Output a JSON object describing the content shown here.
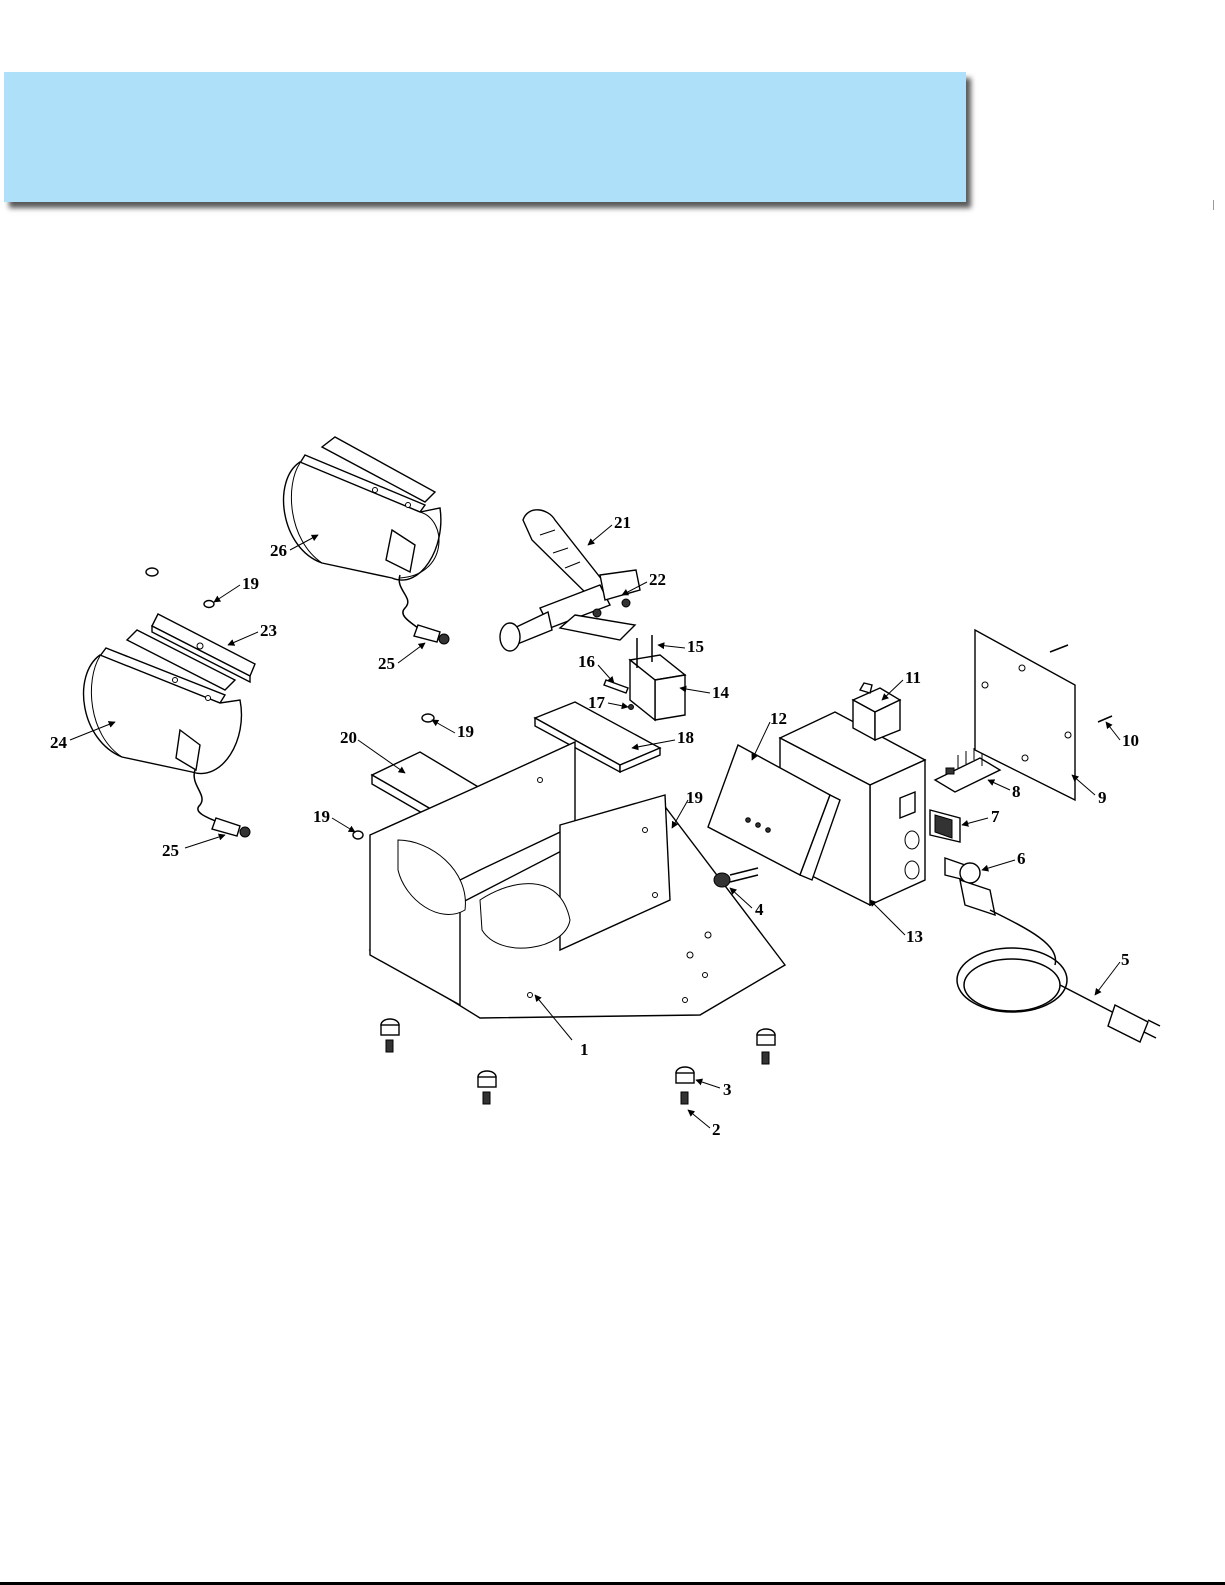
{
  "banner": {
    "color": "#aee0fa"
  },
  "callouts": {
    "c1": "1",
    "c2": "2",
    "c3": "3",
    "c4": "4",
    "c5": "5",
    "c6": "6",
    "c7": "7",
    "c8": "8",
    "c9": "9",
    "c10": "10",
    "c11": "11",
    "c12": "12",
    "c13": "13",
    "c14": "14",
    "c15": "15",
    "c16": "16",
    "c17": "17",
    "c18": "18",
    "c19a": "19",
    "c19b": "19",
    "c19c": "19",
    "c19d": "19",
    "c20": "20",
    "c21": "21",
    "c22": "22",
    "c23": "23",
    "c24": "24",
    "c25a": "25",
    "c25b": "25",
    "c26": "26"
  }
}
